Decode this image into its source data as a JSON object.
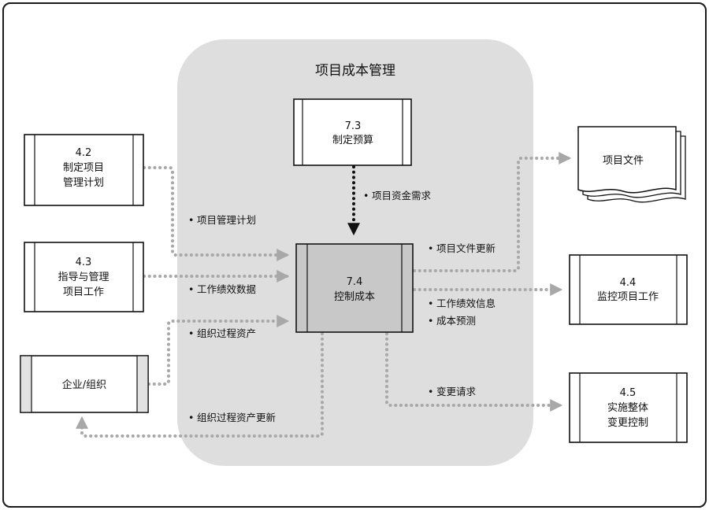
{
  "title": "项目成本管理",
  "boxes": {
    "budget": {
      "num": "7.3",
      "name": "制定预算"
    },
    "control": {
      "num": "7.4",
      "name": "控制成本"
    },
    "plan": {
      "num": "4.2",
      "line1": "制定项目",
      "line2": "管理计划"
    },
    "direct": {
      "num": "4.3",
      "line1": "指导与管理",
      "line2": "项目工作"
    },
    "enterprise": {
      "name": "企业/组织"
    },
    "docs": {
      "name": "项目文件"
    },
    "monitor": {
      "num": "4.4",
      "name": "监控项目工作"
    },
    "change": {
      "num": "4.5",
      "line1": "实施整体",
      "line2": "变更控制"
    }
  },
  "labels": {
    "funding": "项目资金需求",
    "pm_plan": "项目管理计划",
    "work_data": "工作绩效数据",
    "opa": "组织过程资产",
    "opa_update": "组织过程资产更新",
    "doc_update": "项目文件更新",
    "work_info": "工作绩效信息",
    "forecast": "成本预测",
    "change_req": "变更请求"
  },
  "bullet": "•",
  "colors": {
    "panel": "#dedede",
    "center_box": "#c8c8c8",
    "dotted_line": "#a8a8a8",
    "dark_line": "#111111"
  }
}
